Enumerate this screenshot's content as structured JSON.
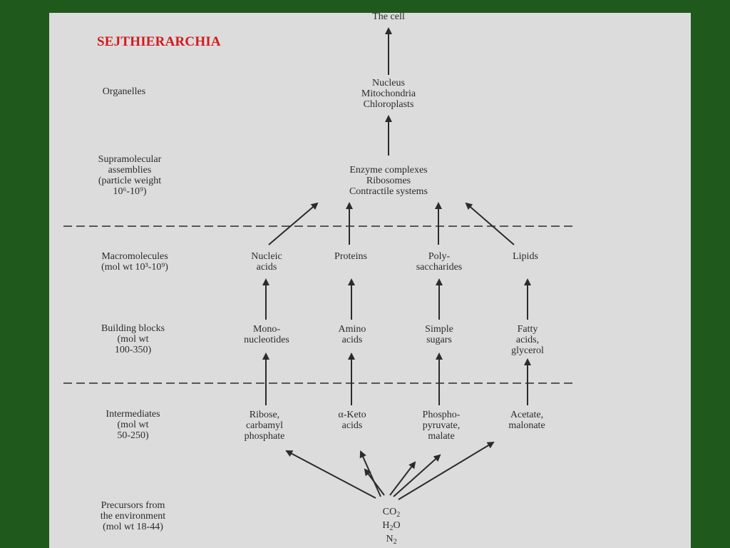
{
  "slide_title": "SEJTHIERARCHIA",
  "top": "The cell",
  "levels": {
    "organelles": "Organelles",
    "supramolecular": [
      "Supramolecular",
      "assemblies",
      "(particle weight",
      "10⁶-10⁹)"
    ],
    "macromolecules": [
      "Macromolecules",
      "(mol wt 10³-10⁹)"
    ],
    "building_blocks": [
      "Building blocks",
      "(mol wt",
      "100-350)"
    ],
    "intermediates": [
      "Intermediates",
      "(mol wt",
      "50-250)"
    ],
    "precursors": [
      "Precursors from",
      "the environment",
      "(mol wt 18-44)"
    ]
  },
  "organelles_items": [
    "Nucleus",
    "Mitochondria",
    "Chloroplasts"
  ],
  "supra_items": [
    "Enzyme complexes",
    "Ribosomes",
    "Contractile systems"
  ],
  "macro": {
    "nucleic": [
      "Nucleic",
      "acids"
    ],
    "proteins": [
      "Proteins"
    ],
    "poly": [
      "Poly-",
      "saccharides"
    ],
    "lipids": [
      "Lipids"
    ]
  },
  "blocks": {
    "mono": [
      "Mono-",
      "nucleotides"
    ],
    "amino": [
      "Amino",
      "acids"
    ],
    "simple": [
      "Simple",
      "sugars"
    ],
    "fatty": [
      "Fatty",
      "acids,",
      "glycerol"
    ]
  },
  "inter": {
    "ribose": [
      "Ribose,",
      "carbamyl",
      "phosphate"
    ],
    "keto": [
      "α-Keto",
      "acids"
    ],
    "phospho": [
      "Phospho-",
      "pyruvate,",
      "malate"
    ],
    "acetate": [
      "Acetate,",
      "malonate"
    ]
  },
  "precursor_molecules": {
    "co2": "CO",
    "co2_sub": "2",
    "h2o_a": "H",
    "h2o_sub": "2",
    "h2o_b": "O",
    "n2": "N",
    "n2_sub": "2"
  }
}
